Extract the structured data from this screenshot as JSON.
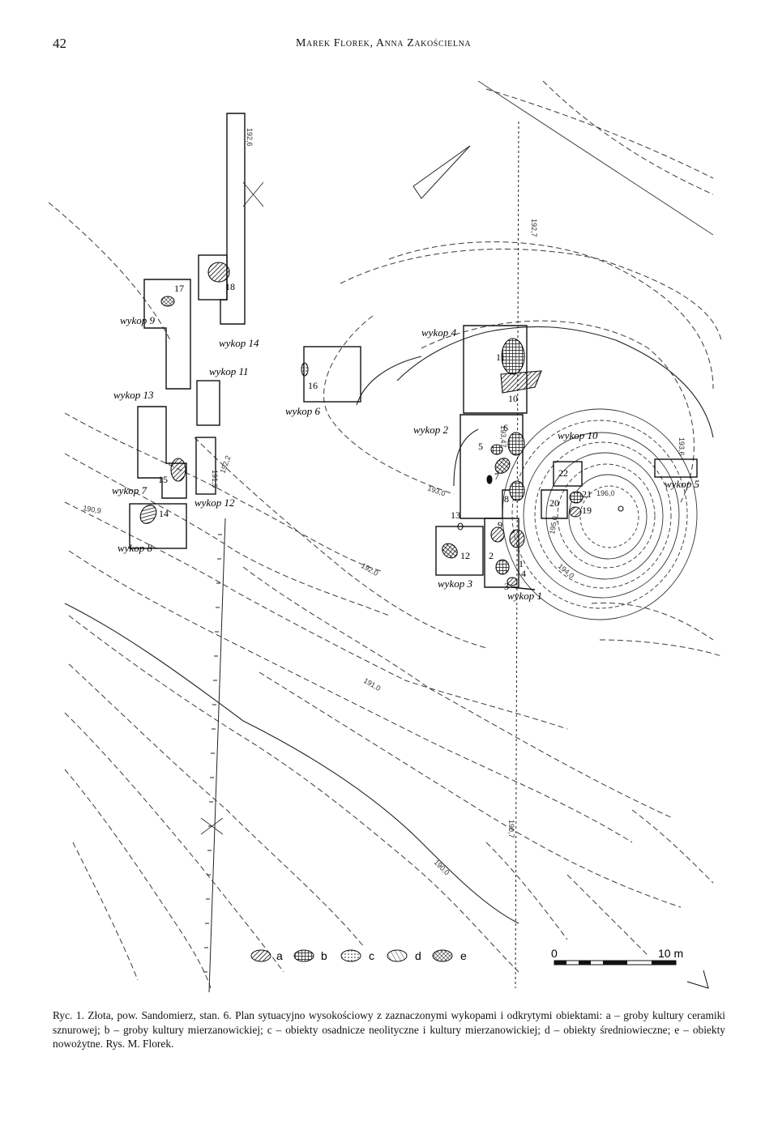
{
  "page": {
    "page_number": "42",
    "running_head": "Marek Florek, Anna Zakościelna"
  },
  "figure": {
    "trenches": [
      {
        "key": "w1",
        "label": "wykop 1"
      },
      {
        "key": "w2",
        "label": "wykop 2"
      },
      {
        "key": "w3",
        "label": "wykop 3"
      },
      {
        "key": "w4",
        "label": "wykop 4"
      },
      {
        "key": "w5",
        "label": "wykop 5"
      },
      {
        "key": "w6",
        "label": "wykop 6"
      },
      {
        "key": "w7",
        "label": "wykop 7"
      },
      {
        "key": "w8",
        "label": "wykop 8"
      },
      {
        "key": "w9",
        "label": "wykop 9"
      },
      {
        "key": "w10",
        "label": "wykop 10"
      },
      {
        "key": "w11",
        "label": "wykop 11"
      },
      {
        "key": "w12",
        "label": "wykop 12"
      },
      {
        "key": "w13",
        "label": "wykop 13"
      },
      {
        "key": "w14",
        "label": "wykop 14"
      }
    ],
    "features": [
      "1",
      "2",
      "3",
      "4",
      "5",
      "6",
      "7",
      "8",
      "9",
      "10",
      "11",
      "12",
      "13",
      "14",
      "15",
      "16",
      "17",
      "18",
      "19",
      "20",
      "21",
      "22"
    ],
    "elevations": [
      "192,6",
      "192,7",
      "192,2",
      "191,9",
      "193,6",
      "192,0",
      "193,0",
      "191,0",
      "190,0",
      "190,9",
      "190,7",
      "193,47",
      "194,0",
      "196,0",
      "195,0"
    ],
    "legend": {
      "items": [
        {
          "key": "a",
          "label": "a"
        },
        {
          "key": "b",
          "label": "b"
        },
        {
          "key": "c",
          "label": "c"
        },
        {
          "key": "d",
          "label": "d"
        },
        {
          "key": "e",
          "label": "e"
        }
      ],
      "scale": {
        "start": "0",
        "end": "10 m"
      }
    },
    "colors": {
      "ink": "#111111",
      "contour": "#3a3a3a",
      "paper": "#ffffff"
    }
  },
  "caption": "Ryc. 1. Złota, pow. Sandomierz, stan. 6. Plan sytuacyjno wysokościowy z zaznaczonymi wykopami i odkrytymi obiektami: a – groby kultury ceramiki sznurowej; b – groby kultury mierzanowickiej; c – obiekty osadnicze neolityczne i kultury mierzanowickiej; d – obiekty średniowieczne; e – obiekty nowożytne. Rys. M. Florek."
}
